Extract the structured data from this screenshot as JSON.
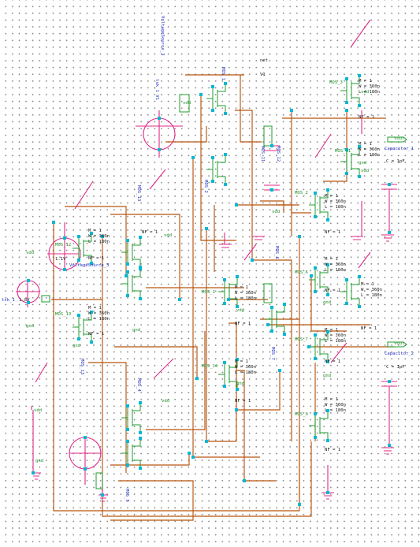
{
  "schematic": {
    "supply_label": "vdd",
    "ground_label": "gnd",
    "vdd_labels": [
      "vdd",
      "vdd",
      "vdd",
      "vdd",
      "vdd",
      "vdd",
      "vdd",
      "vdd",
      "vdd"
    ],
    "gnd_labels": [
      "gnd",
      "gnd",
      "gnd",
      "gnd",
      "gnd",
      "gnd",
      "gnd",
      "gnd"
    ],
    "transistor_params": {
      "m": "M = 1",
      "w": "W = 360n",
      "l": "L = 180n",
      "nf": "NF = 1"
    },
    "instances": {
      "nmos_3": "MOS_3",
      "nmos_11": "MOS_11",
      "nmos_12": "MOS_12",
      "nmos_13": "MOS_13",
      "nmos_1": "MOS_1",
      "nmos_2": "MOS_2",
      "nmos_14": "MOS_14",
      "nmos_6": "MOS_6",
      "nmos_7": "MOS_7",
      "nmos_9": "MOS_9",
      "nmos_5": "MOS_5",
      "nmos_13b": "MOS_13",
      "nmos_4": "MOS_4"
    },
    "source_labels": {
      "vbias": "VoltageSource_3",
      "input_left": "tsk_1",
      "src_value": "1.8V",
      "src_value2": "1.1V"
    },
    "outputs": {
      "out1": "vout",
      "out2": "vout",
      "cap1": "Capacitor_1",
      "cap2": "Capacitor_2",
      "cap_value": "C = 1pF"
    },
    "misc_labels": {
      "net": "net",
      "v1": "V1"
    }
  }
}
